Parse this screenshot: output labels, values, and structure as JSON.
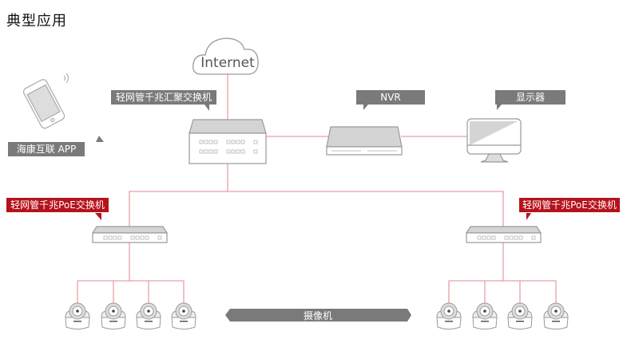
{
  "title": "典型应用",
  "internet": {
    "label": "Internet"
  },
  "app": {
    "label": "海康互联 APP"
  },
  "core_switch": {
    "label": "轻网管千兆汇聚交换机"
  },
  "nvr": {
    "label": "NVR"
  },
  "monitor": {
    "label": "显示器"
  },
  "poe_left": {
    "label": "轻网管千兆PoE交换机"
  },
  "poe_right": {
    "label": "轻网管千兆PoE交换机"
  },
  "cameras": {
    "label": "摄像机",
    "left_count": 4,
    "right_count": 4
  },
  "colors": {
    "link": "#e8a0a6",
    "label_gray": "#7a7a7a",
    "label_red": "#b5121b",
    "outline": "#9a9a9a",
    "fill": "#d4d4d4"
  }
}
